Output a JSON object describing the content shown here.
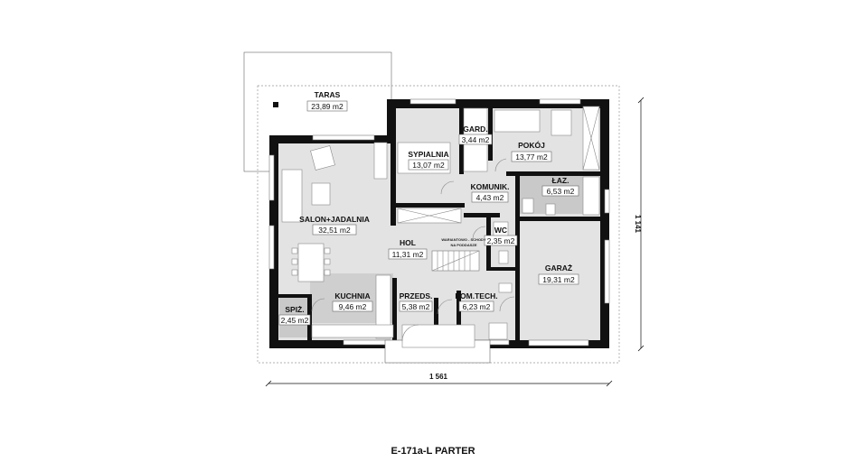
{
  "rooms": [
    {
      "name": "TARAS",
      "area": "23,89 m2"
    },
    {
      "name": "SYPIALNIA",
      "area": "13,07 m2"
    },
    {
      "name": "GARD.",
      "area": "3,44 m2"
    },
    {
      "name": "POKÓJ",
      "area": "13,77 m2"
    },
    {
      "name": "KOMUNIK.",
      "area": "4,43 m2"
    },
    {
      "name": "ŁAZ.",
      "area": "6,53 m2"
    },
    {
      "name": "SALON+JADALNIA",
      "area": "32,51 m2"
    },
    {
      "name": "WC",
      "area": "2,35 m2"
    },
    {
      "name": "HOL",
      "area": "11,31 m2"
    },
    {
      "name": "GARAŻ",
      "area": "19,31 m2"
    },
    {
      "name": "KUCHNIA",
      "area": "9,46 m2"
    },
    {
      "name": "SPIŻ.",
      "area": "2,45 m2"
    },
    {
      "name": "PRZEDS.",
      "area": "5,38 m2"
    },
    {
      "name": "POM.TECH.",
      "area": "6,23 m2"
    }
  ],
  "stair_note": [
    "WARIANTOWO - SCHODY",
    "NA PODDASZE"
  ],
  "dimensions": {
    "width": "1 561",
    "height": "1 141"
  },
  "caption": "E-171a-L PARTER",
  "colors": {
    "wall": "#111111",
    "room_fill": "#e3e3e3",
    "wet_fill": "#c9c9c9",
    "white": "#ffffff"
  }
}
